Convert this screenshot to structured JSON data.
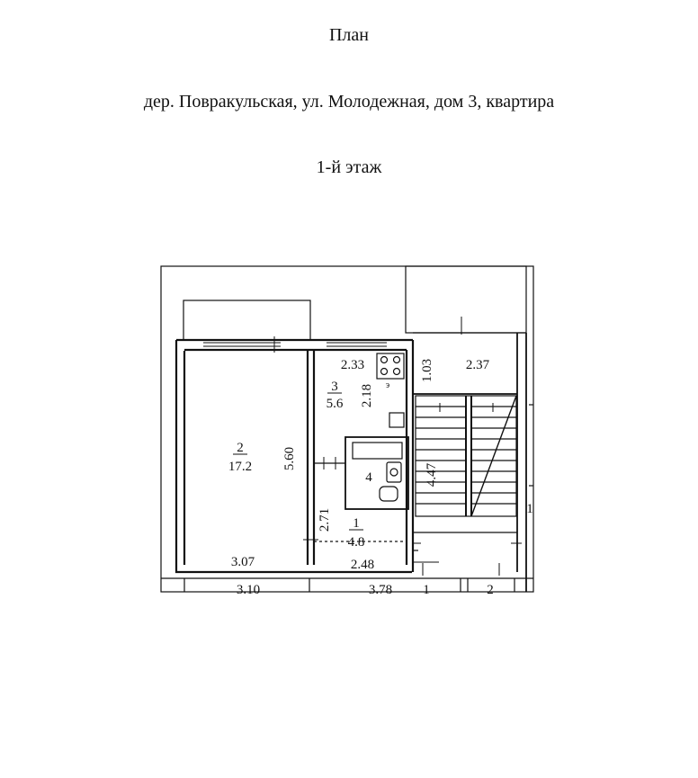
{
  "header": {
    "title": "План",
    "address": "дер. Повракульская, ул. Молодежная, дом 3, квартира",
    "floor": "1-й этаж"
  },
  "plan": {
    "rooms": [
      {
        "number": "2",
        "area": "17.2"
      },
      {
        "number": "3",
        "area": "5.6"
      },
      {
        "number": "4",
        "area": ""
      },
      {
        "number": "1",
        "area": "4.8"
      }
    ],
    "dimensions": {
      "room2_height": "5.60",
      "room2_width": "3.07",
      "room3_width": "2.33",
      "room3_depth": "2.18",
      "vestibule_depth": "1.03",
      "vestibule_width": "2.37",
      "stair_length": "4.47",
      "room1_depth": "2.71",
      "room1_width": "2.48",
      "below_left": "3.10",
      "below_mid": "3.78",
      "below_room1": "1",
      "below_room2": "2",
      "right_edge_room": "1"
    },
    "symbols": {
      "stove_mark": "э"
    }
  }
}
